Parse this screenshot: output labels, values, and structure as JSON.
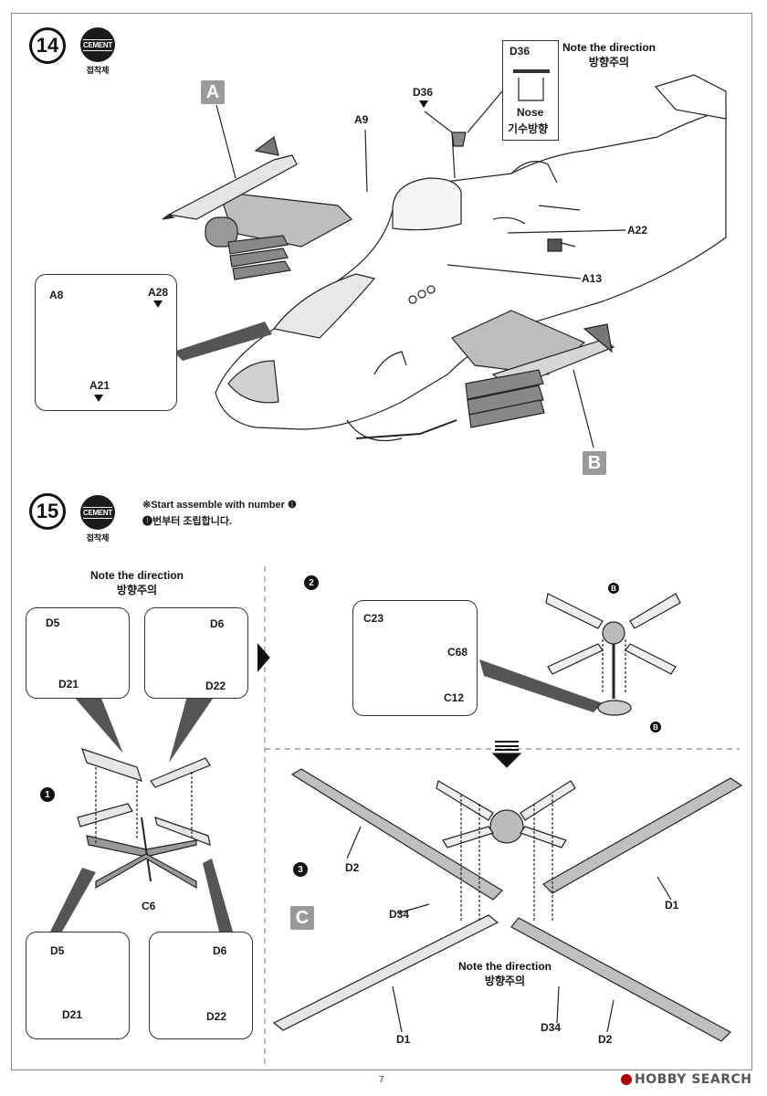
{
  "step14": {
    "number": "14",
    "cement_label": "CEMENT",
    "cement_sub": "접착제",
    "letter_a": "A",
    "letter_b": "B",
    "note_en": "Note the direction",
    "note_kr": "방향주의",
    "inset": {
      "part": "D36",
      "nose_en": "Nose",
      "nose_kr": "기수방향"
    },
    "parts": {
      "d36": "D36",
      "a9": "A9",
      "a22": "A22",
      "a13": "A13",
      "a8": "A8",
      "a28": "A28",
      "a21": "A21"
    }
  },
  "step15": {
    "number": "15",
    "cement_label": "CEMENT",
    "cement_sub": "접착제",
    "instruction_en": "※Start assemble with number ❶",
    "instruction_kr": "❶번부터 조립합니다.",
    "note_en": "Note the direction",
    "note_kr": "방향주의",
    "sub1": "1",
    "sub2": "2",
    "sub3": "3",
    "letter_c": "C",
    "parts": {
      "d5": "D5",
      "d6": "D6",
      "d21": "D21",
      "d22": "D22",
      "c6": "C6",
      "c23": "C23",
      "c68": "C68",
      "c12": "C12",
      "d2": "D2",
      "d1": "D1",
      "d34": "D34",
      "marker_b": "B"
    },
    "bottom_note_en": "Note the direction",
    "bottom_note_kr": "방향주의"
  },
  "footer": {
    "page": "7",
    "watermark": "HOBBY SEARCH"
  }
}
